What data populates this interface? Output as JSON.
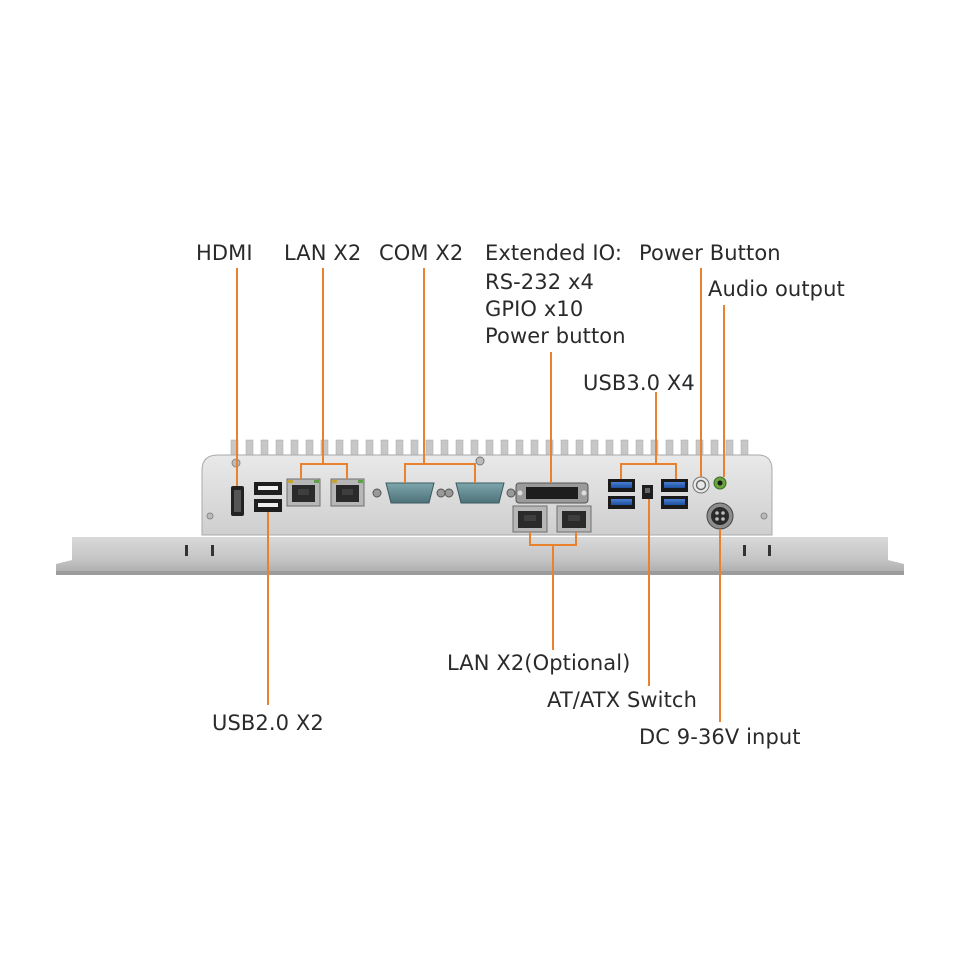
{
  "accent_color": "#e8822e",
  "labels": {
    "hdmi": "HDMI",
    "lan_x2": "LAN X2",
    "com_x2": "COM X2",
    "extended_io": [
      "Extended IO:",
      "RS-232 x4",
      "GPIO x10",
      "Power button"
    ],
    "power_button": "Power Button",
    "audio_output": "Audio output",
    "usb3": "USB3.0 X4",
    "lan_optional": "LAN X2(Optional)",
    "at_atx_switch": "AT/ATX Switch",
    "usb2": "USB2.0 X2",
    "dc_input": "DC 9-36V input"
  }
}
